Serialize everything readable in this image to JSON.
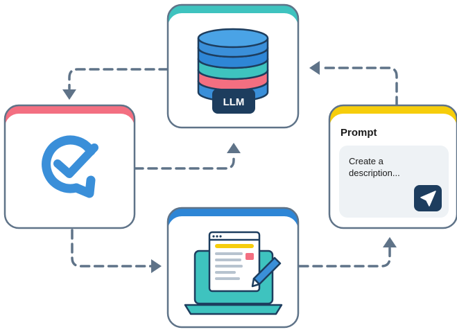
{
  "colors": {
    "outline": "#5f7388",
    "arrow": "#5f7388",
    "llm_card_accent": "#3ec3bf",
    "task_card_accent": "#f36f81",
    "prompt_card_accent": "#f6cd0b",
    "editor_card_accent": "#2e86d6",
    "badge_dark": "#1d3d5e",
    "check_blue": "#3a8fd9",
    "input_bg": "#eef2f5"
  },
  "llm_card": {
    "icon": "database-icon",
    "badge_label": "LLM"
  },
  "task_card": {
    "icon": "check-circle-icon"
  },
  "editor_card": {
    "icon": "laptop-document-edit-icon"
  },
  "prompt_card": {
    "title": "Prompt",
    "input_line1": "Create a",
    "input_line2": "description...",
    "send_icon": "send-icon"
  },
  "arrows": [
    {
      "from": "llm_card",
      "to": "task_card"
    },
    {
      "from": "task_card",
      "to": "llm_card"
    },
    {
      "from": "task_card",
      "to": "editor_card"
    },
    {
      "from": "editor_card",
      "to": "prompt_card"
    },
    {
      "from": "prompt_card",
      "to": "llm_card"
    }
  ]
}
